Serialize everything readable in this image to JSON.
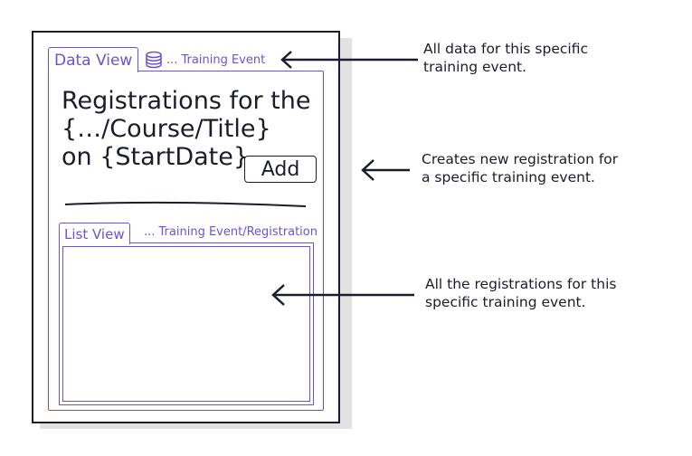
{
  "data_view": {
    "tab_label": "Data View",
    "context": "... Training Event",
    "title_lines": [
      "Registrations for the",
      "{…/Course/Title}",
      "on {StartDate}"
    ],
    "add_label": "Add"
  },
  "list_view": {
    "tab_label": "List View",
    "context": "... Training Event/Registration"
  },
  "annotations": {
    "data": [
      "All data for this specific",
      "training event."
    ],
    "add": [
      "Creates new registration for",
      "a specific training event."
    ],
    "list": [
      "All the registrations for this",
      "specific training event."
    ]
  },
  "colors": {
    "accent": "#6b52dd",
    "ink": "#1b1d2e",
    "shadow": "#e2e2e2"
  },
  "icons": {
    "context": "database-icon"
  }
}
